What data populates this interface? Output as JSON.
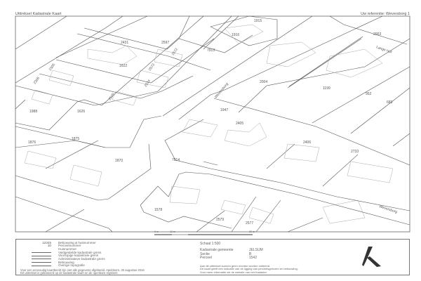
{
  "header": {
    "title": "Uittreksel Kadastrale Kaart",
    "reference": "Uw referentie: Weversborg 1"
  },
  "map": {
    "parcels": [
      "1915",
      "1916",
      "2431",
      "2597",
      "2003",
      "1622",
      "2572",
      "7913",
      "2573",
      "2004",
      "1199",
      "952",
      "683",
      "2305",
      "2306",
      "2574",
      "2575",
      "1988",
      "1626",
      "1947",
      "2405",
      "2406",
      "2733",
      "1876",
      "1875",
      "1870",
      "7914",
      "1578",
      "2579",
      "2577"
    ],
    "streets": [
      "Weversborg",
      "Lange Hof",
      "Weversborg"
    ],
    "scalebar": [
      "0 m",
      "10 m",
      "20 m"
    ]
  },
  "legend": {
    "symbols": [
      "12345",
      "10"
    ],
    "items": [
      "Bebouwing & huisnummer",
      "Perceelnummer",
      "Huisnummer",
      "Vastgestelde kadastrale grens",
      "Voorlopige kadastrale grens",
      "Administratieve kadastrale grens",
      "Bebouwing",
      "Overige topografie"
    ],
    "footer": [
      "Voor een eenvoudig kaartbeeld zijn niet alle gegevens afgebeeld. Apeldoorn, 30 augustus 2016",
      "Dit uittreksel is gebaseerd op de kadastrale kaart en de openbare registers."
    ]
  },
  "info": {
    "scale": "Schaal 1:500",
    "municipality_label": "Kadastrale gemeente",
    "municipality": "JELSUM",
    "section_label": "Sectie",
    "section": "B",
    "parcel_label": "Perceel",
    "parcel": "1542",
    "disclaimer": [
      "Aan dit uittreksel kunnen geen rechten worden ontleend.",
      "De kaart geeft een indicatie van de ligging van perceelsgrenzen en bebouwing.",
      "Voor meer informatie zie de website van het Kadaster."
    ]
  }
}
